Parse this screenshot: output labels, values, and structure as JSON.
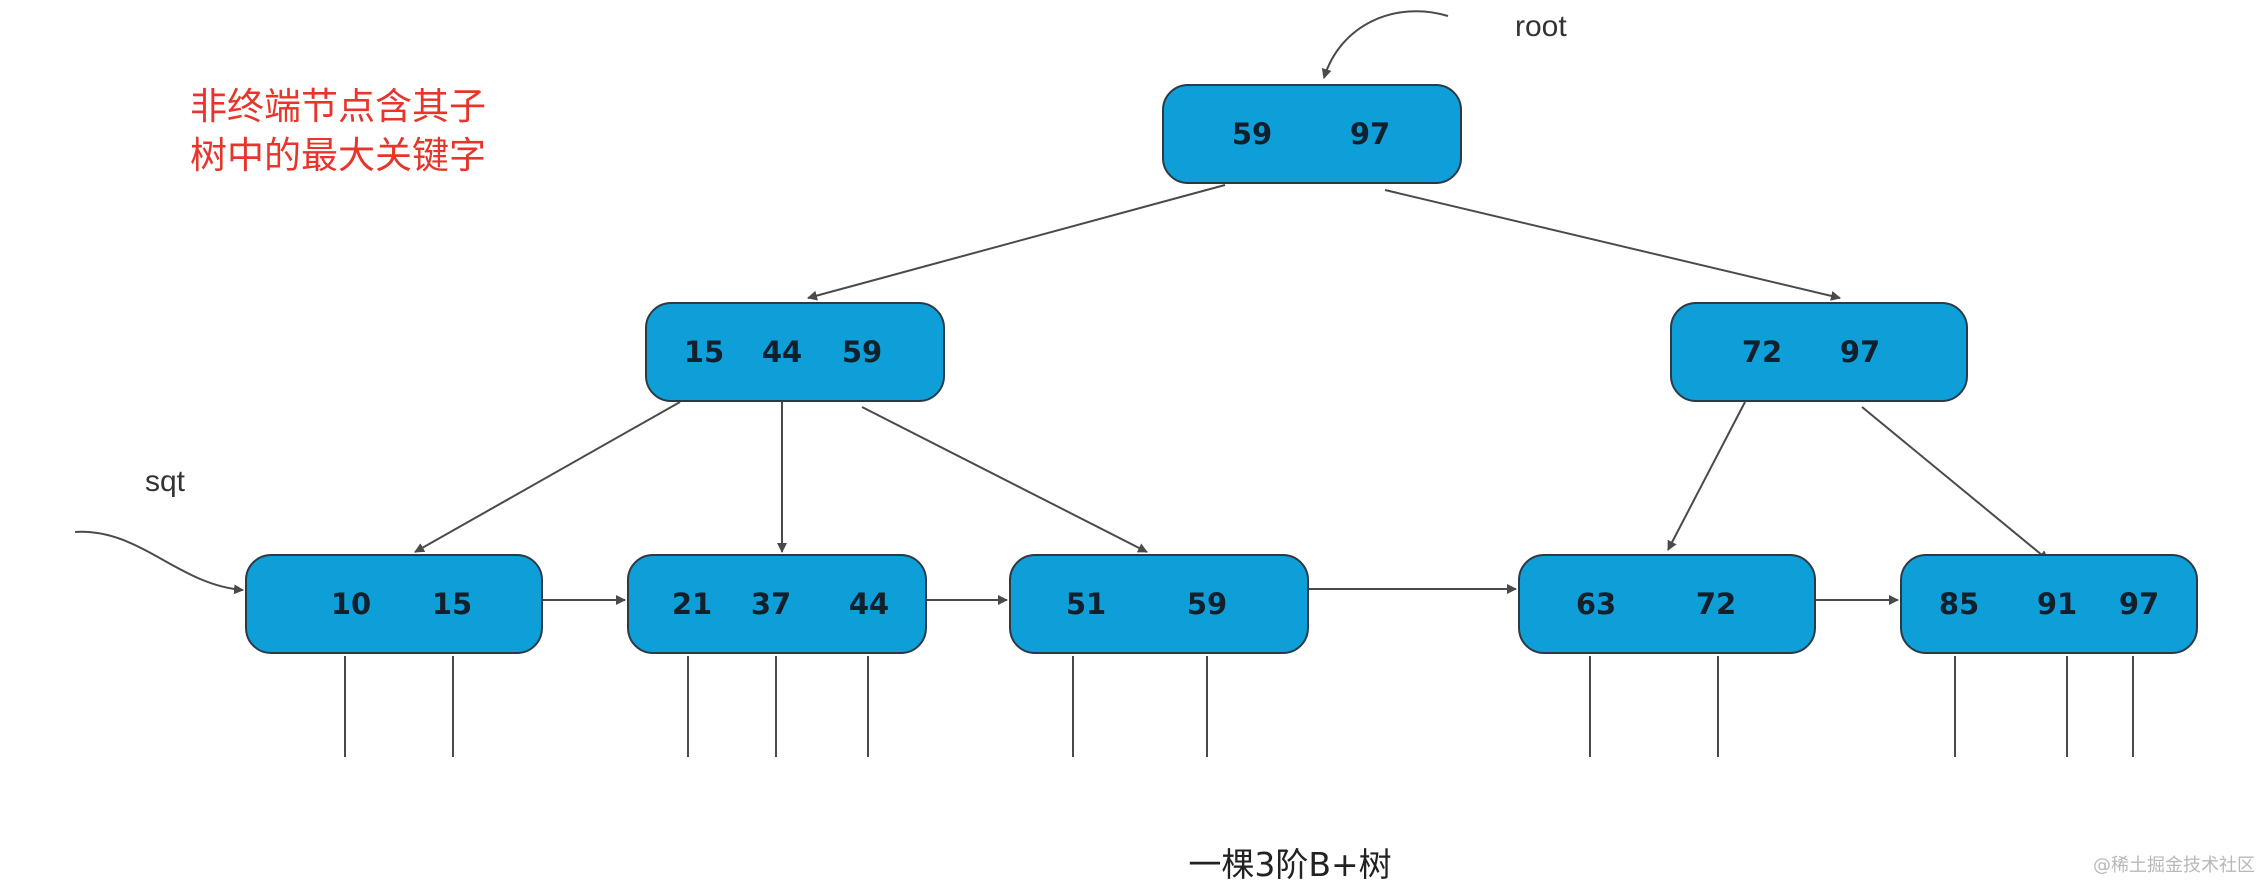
{
  "annotation": [
    "非终端节点含其子",
    "树中的最大关键字"
  ],
  "root_label": "root",
  "sqt_label": "sqt",
  "caption": "一棵3阶B+树",
  "watermark": "@稀土掘金技术社区",
  "colors": {
    "node_fill": "#0e9fd8",
    "node_border": "#2b3a44",
    "annotation": "#e8352b",
    "edge": "#4a4a4a"
  },
  "nodes": [
    {
      "id": "root",
      "keys": [
        "59",
        "97"
      ]
    },
    {
      "id": "internal-left",
      "keys": [
        "15",
        "44",
        "59"
      ]
    },
    {
      "id": "internal-right",
      "keys": [
        "72",
        "97"
      ]
    },
    {
      "id": "leaf-1",
      "keys": [
        "10",
        "15"
      ]
    },
    {
      "id": "leaf-2",
      "keys": [
        "21",
        "37",
        "44"
      ]
    },
    {
      "id": "leaf-3",
      "keys": [
        "51",
        "59"
      ]
    },
    {
      "id": "leaf-4",
      "keys": [
        "63",
        "72"
      ]
    },
    {
      "id": "leaf-5",
      "keys": [
        "85",
        "91",
        "97"
      ]
    }
  ]
}
